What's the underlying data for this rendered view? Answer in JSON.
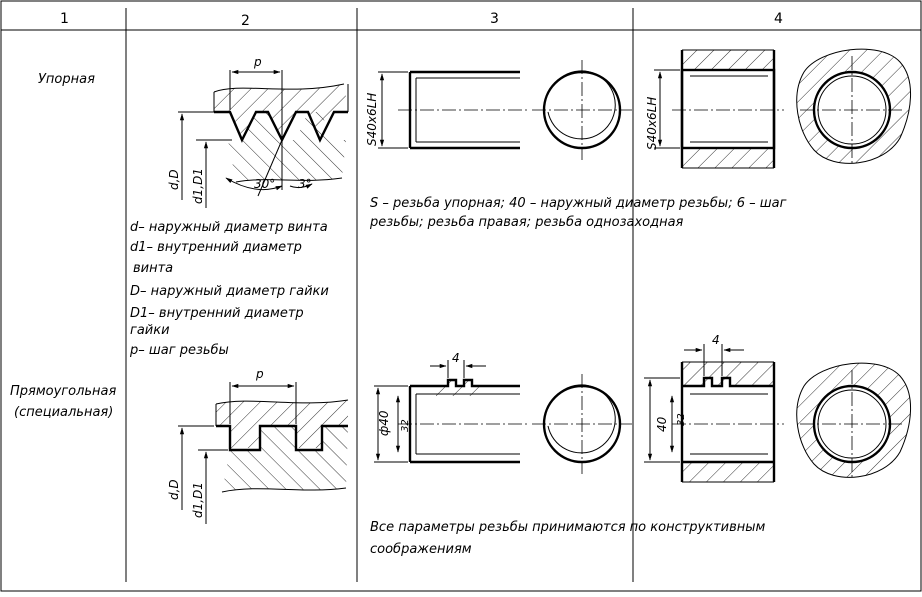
{
  "header": {
    "col1": "1",
    "col2": "2",
    "col3": "3",
    "col4": "4"
  },
  "rows": [
    {
      "name": "Упорная",
      "dims": {
        "pitch": "p",
        "major": "d,D",
        "minor": "d1,D1",
        "angle1": "30°",
        "angle2": "3°"
      },
      "designation": "S40х6LH",
      "legend": [
        "d– наружный диаметр винта",
        "d1– внутренний диаметр",
        "винта",
        "D– наружный диаметр гайки",
        "D1– внутренний диаметр",
        "гайки",
        "p– шаг резьбы"
      ],
      "description": [
        "S –  резьба упорная;  40 –  наружный диаметр резьбы;  6 –  шаг",
        "резьбы;  резьба правая;  резьба однозаходная"
      ]
    },
    {
      "name": "Прямоугольная",
      "name2": "(специальная)",
      "dims": {
        "pitch": "p",
        "major": "d,D",
        "minor": "d1,D1",
        "step": "4",
        "dia": "ф40",
        "dia_small": "32",
        "dia_nut": "40",
        "dia_nut_small": "32"
      },
      "description": [
        "Все параметры резьбы принимаются по конструктивным",
        "соображениям"
      ]
    }
  ]
}
